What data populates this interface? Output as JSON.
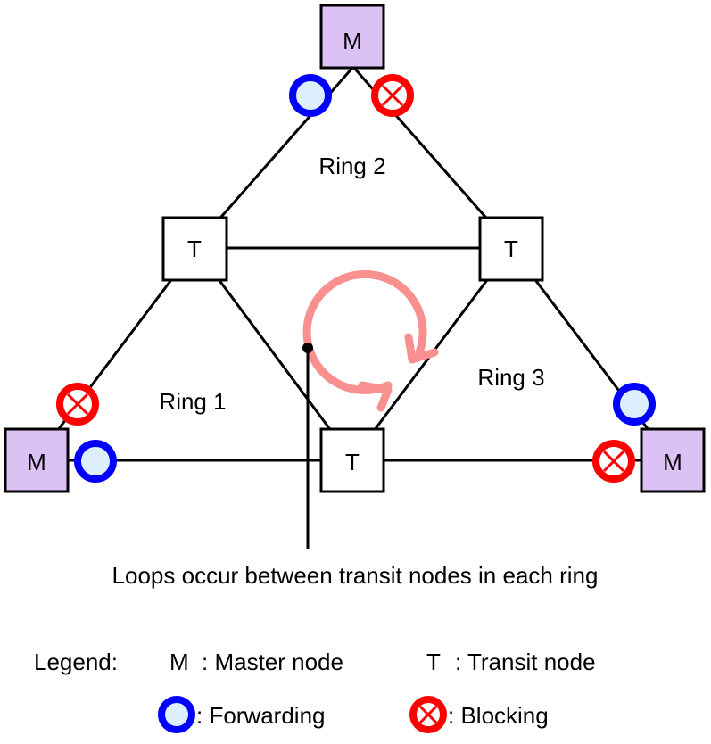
{
  "nodes": {
    "master_top": {
      "label": "M",
      "type": "master"
    },
    "master_left": {
      "label": "M",
      "type": "master"
    },
    "master_right": {
      "label": "M",
      "type": "master"
    },
    "transit_left": {
      "label": "T",
      "type": "transit"
    },
    "transit_right": {
      "label": "T",
      "type": "transit"
    },
    "transit_bottom": {
      "label": "T",
      "type": "transit"
    }
  },
  "rings": {
    "ring1": "Ring 1",
    "ring2": "Ring 2",
    "ring3": "Ring 3"
  },
  "ports": {
    "ring2_master_left": "forwarding",
    "ring2_master_right": "blocking",
    "ring1_master_up": "blocking",
    "ring1_master_right": "forwarding",
    "ring3_master_up": "forwarding",
    "ring3_master_left": "blocking"
  },
  "annotation": "Loops occur between transit nodes in each ring",
  "legend": {
    "title": "Legend:",
    "master_symbol": "M",
    "master_desc": ": Master node",
    "transit_symbol": "T",
    "transit_desc": ": Transit node",
    "forwarding_desc": ": Forwarding",
    "blocking_desc": ": Blocking"
  },
  "colors": {
    "master_fill": "#dcc1f5",
    "forwarding_stroke": "#0000ff",
    "forwarding_fill": "#ddeefc",
    "blocking_stroke": "#ff0000",
    "loop_arrow": "#f89090"
  }
}
